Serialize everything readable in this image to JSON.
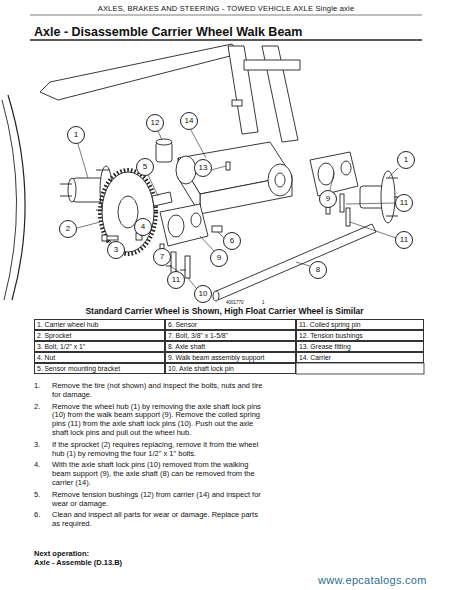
{
  "diagram": {
    "title": "Axle - Disassemble Carrier Wheel Walk Beam",
    "caption": "Standard Carrier Wheel is Shown, High Float Carrier Wheel is Similar",
    "labels": [
      "AXLES, BRAKES AND STEERING - TOWED VEHICLE AXLE Single axle",
      "1",
      "12",
      "14",
      "13",
      "9",
      "1",
      "5",
      "2",
      "3",
      "4",
      "6",
      "7",
      "9",
      "11",
      "11",
      "8",
      "10",
      "11",
      "4001770",
      "1",
      "1. Carrier wheel hub",
      "6. Sensor",
      "11. Coiled spring pin",
      "2. Sprocket",
      "7. Bolt, 3/8\" x 1-5/8\"",
      "12. Tension bushings",
      "3. Bolt, 1/2\" x 1\"",
      "8. Axle shaft",
      "13. Grease fitting",
      "4. Nut",
      "9. Walk beam assembly support",
      "14. Carrier",
      "5. Sensor mounting bracket",
      "10. Axle shaft lock pin",
      "1.",
      "Remove the tire (not shown) and inspect the bolts, nuts and tire for damage.",
      "2.",
      "Remove the wheel hub (1) by removing the axle shaft lock pins (10) from the walk beam support (9). Remove the coiled spring pins (11) from the axle shaft lock pins (10). Push out the axle shaft lock pins and pull out the wheel hub.",
      "3.",
      "If the sprocket (2) requires replacing, remove it from the wheel hub (1) by removing the four 1/2\" x 1\" bolts.",
      "4.",
      "With the axle shaft lock pins (10) removed from the walking beam support (9), the axle shaft (8) can be removed from the carrier (14).",
      "5.",
      "Remove tension bushings (12) from carrier (14) and inspect for wear or damage.",
      "6.",
      "Clean and inspect all parts for wear or damage. Replace parts as required.",
      "Next operation:",
      "Axle - Assemble (D.13.B)",
      "www.epcatalogs.com"
    ]
  }
}
